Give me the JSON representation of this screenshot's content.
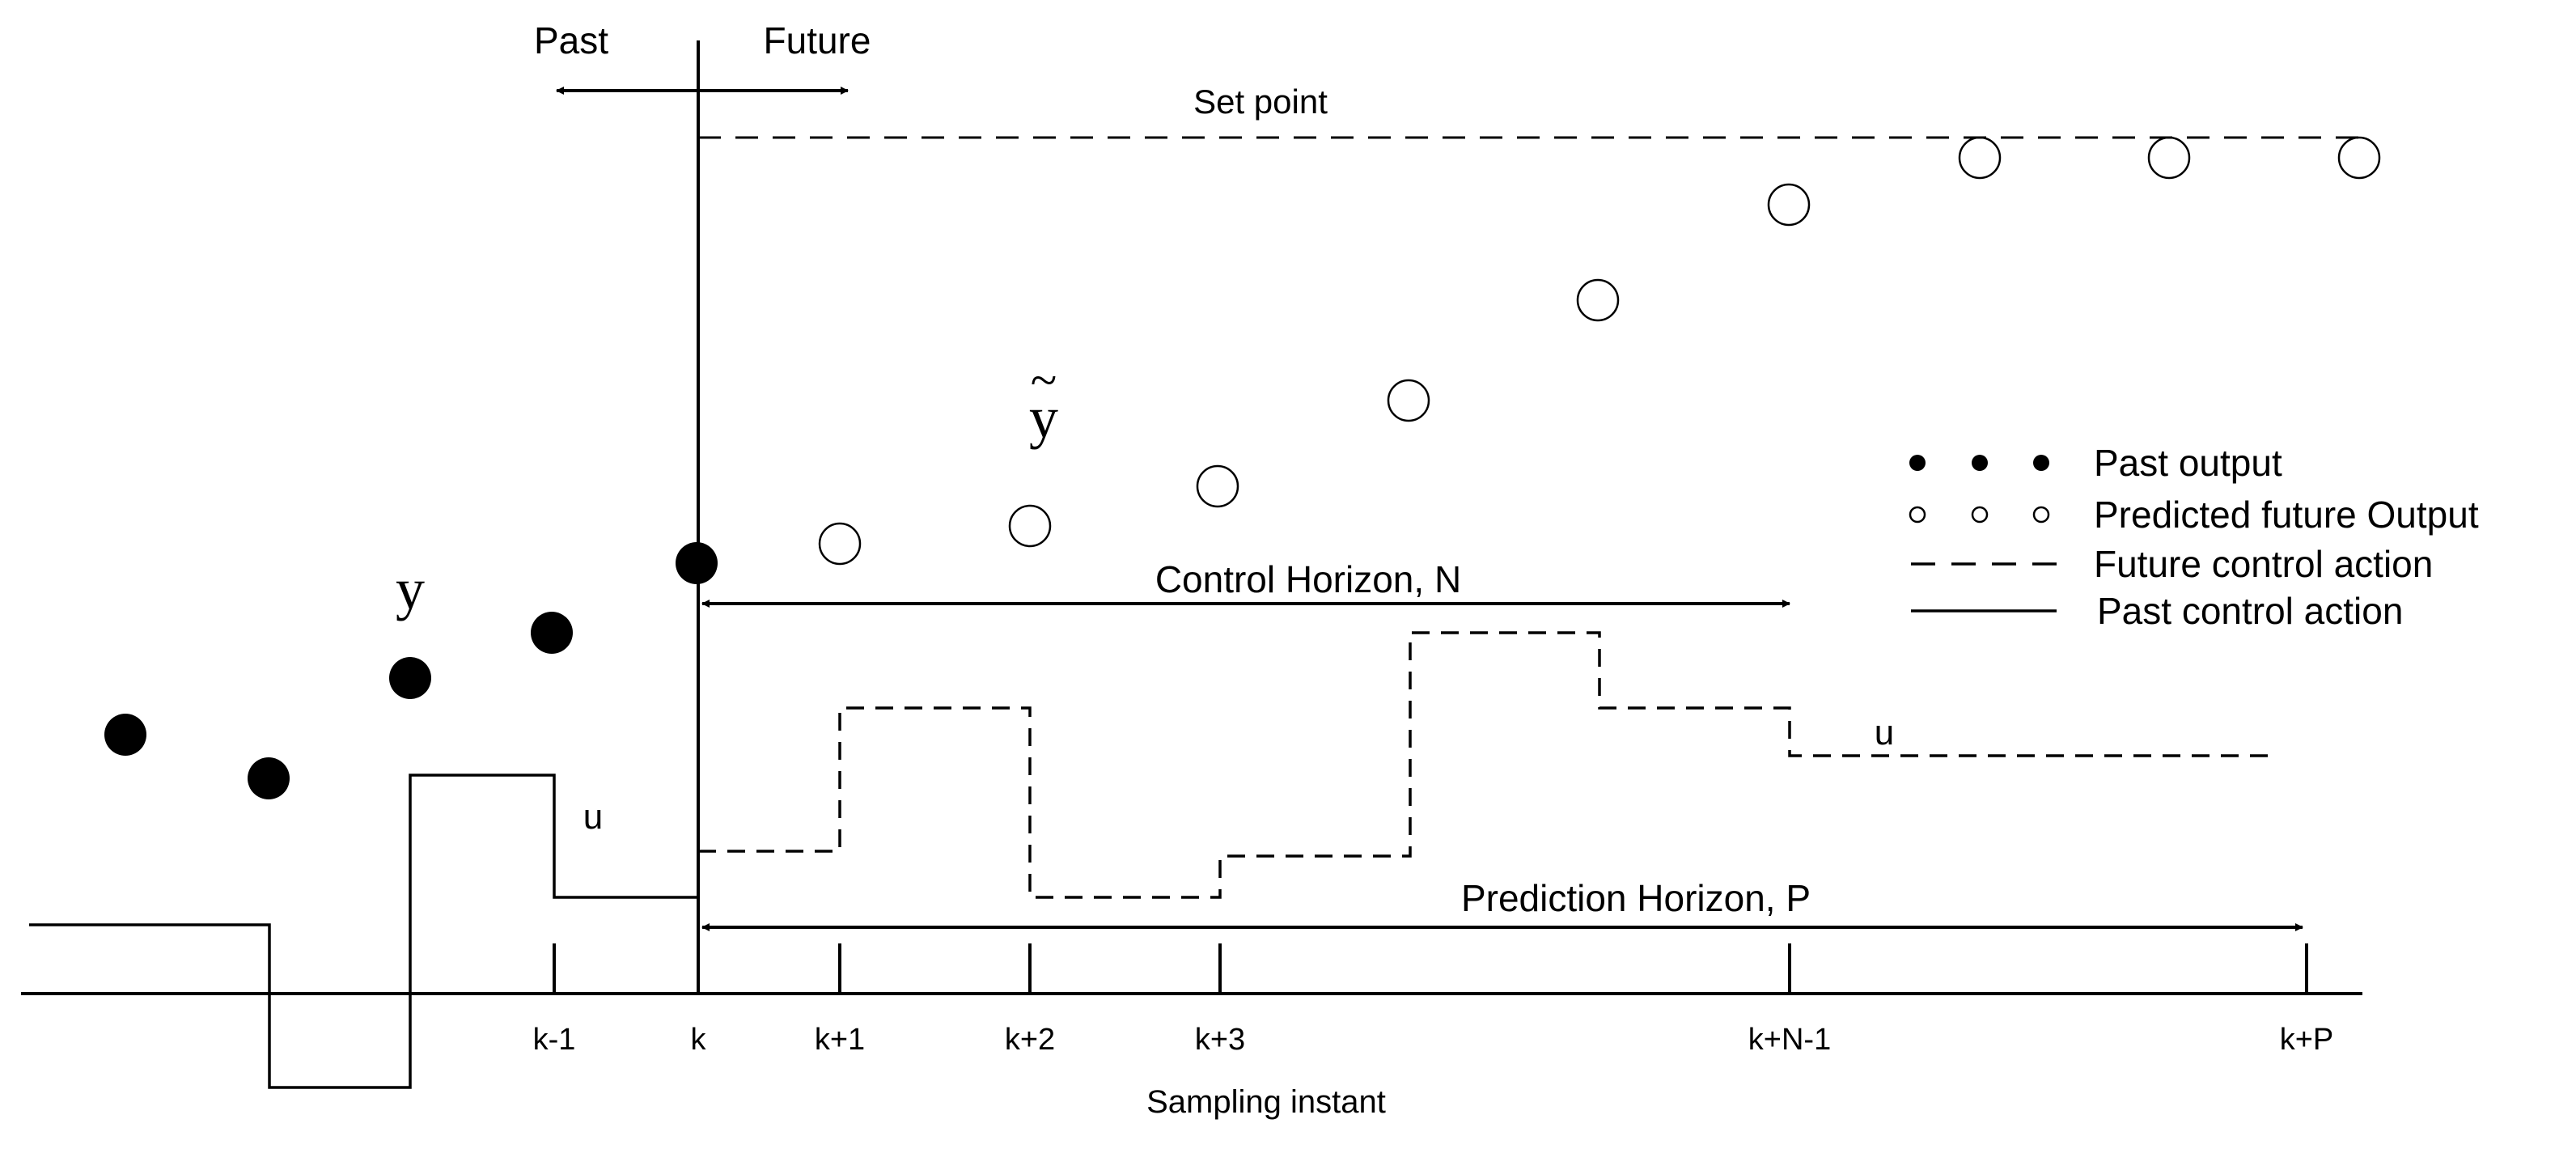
{
  "labels": {
    "past": "Past",
    "future": "Future",
    "set_point": "Set point",
    "y_measured": "y",
    "y_predicted": "y",
    "y_predicted_accent": "~",
    "u_past": "u",
    "u_future": "u",
    "control_horizon": "Control Horizon, N",
    "prediction_horizon": "Prediction Horizon, P",
    "x_axis_title": "Sampling instant"
  },
  "ticks": [
    "k-1",
    "k",
    "k+1",
    "k+2",
    "k+3",
    "k+N-1",
    "k+P"
  ],
  "legend": [
    {
      "marker": "filled-dots",
      "label": "Past output"
    },
    {
      "marker": "open-dots",
      "label": "Predicted future Output"
    },
    {
      "marker": "dashed-line",
      "label": "Future control action"
    },
    {
      "marker": "solid-line",
      "label": "Past control action"
    }
  ],
  "colors": {
    "ink": "#000000",
    "background": "#ffffff"
  }
}
